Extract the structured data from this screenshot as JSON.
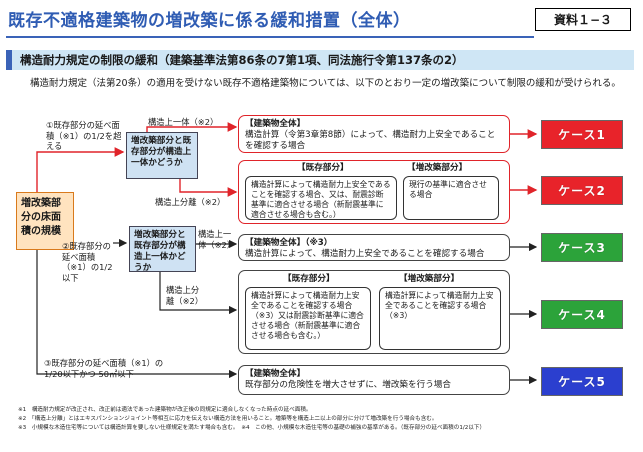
{
  "header": {
    "title": "既存不適格建築物の増改築に係る緩和措置（全体）",
    "doc_ref": "資料１−３"
  },
  "section": {
    "title": "構造耐力規定の制限の緩和（建築基準法第86条の7第1項、同法施行令第137条の2）",
    "intro": "構造耐力規定（法第20条）の適用を受けない既存不適格建築物については、以下のとおり一定の増改築について制限の緩和が受けられる。"
  },
  "scope_node": {
    "text": "増改築部分の床面積の規模"
  },
  "branch1": {
    "label": "①既存部分の延べ面積（※1）の1/2を超える",
    "decision": "増改築部分と既存部分が構造上一体かどうか",
    "integral_label": "構造上一体（※2）",
    "separated_label": "構造上分離（※2）"
  },
  "branch2": {
    "label": "②既存部分の延べ面積（※1）の1/2以下",
    "decision": "増改築部分と既存部分が構造上一体かどうか",
    "integral_label": "構造上一体（※2）",
    "separated_label": "構造上分離（※2）"
  },
  "branch3": {
    "label": "③既存部分の延べ面積（※1）の1/20以下かつ 50㎡以下"
  },
  "conditions": {
    "c1_header": "【建築物全体】",
    "c1_text": "構造計算（令第3章第8節）によって、構造耐力上安全であることを確認する場合",
    "c2_existing_header": "【既存部分】",
    "c2_existing_text": "構造計算によって構造耐力上安全であることを確認する場合、又は、耐震診断基準に適合させる場合（新耐震基準に適合させる場合も含む。）",
    "c2_addition_header": "【増改築部分】",
    "c2_addition_text": "現行の基準に適合させる場合",
    "c3_header": "【建築物全体】（※3）",
    "c3_text": "構造計算によって、構造耐力上安全であることを確認する場合",
    "c4_existing_header": "【既存部分】",
    "c4_existing_text": "構造計算によって構造耐力上安全であることを確認する場合（※3）又は耐震診断基準に適合させる場合（新耐震基準に適合させる場合も含む。）",
    "c4_addition_header": "【増改築部分】",
    "c4_addition_text": "構造計算によって構造耐力上安全であることを確認する場合（※3）",
    "c5_header": "【建築物全体】",
    "c5_text": "既存部分の危険性を増大させずに、増改築を行う場合"
  },
  "cases": [
    {
      "label": "ケース1",
      "color": "#e8232a"
    },
    {
      "label": "ケース2",
      "color": "#e8232a"
    },
    {
      "label": "ケース3",
      "color": "#2ca33a"
    },
    {
      "label": "ケース4",
      "color": "#2ca33a"
    },
    {
      "label": "ケース5",
      "color": "#2b3fcf"
    }
  ],
  "notes": [
    "※1　構造耐力規定が改正され、改正前は適法であった建築物が改正後の同規定に適合しなくなった時点の延べ面積。",
    "※2　「構造上分離」とはエキスパンションジョイント等相互に応力を伝えない構造方法を用いること。増築等を構造上二以上の部分に分けて増改築を行う場合も含む。",
    "※3　小規模な木造住宅等については構造計算を要しない仕様規定を満たす場合も含む。　※4　この他、小規模な木造住宅等の基礎の補強の基準がある。（既存部分の延べ面積の1/2以下）"
  ]
}
